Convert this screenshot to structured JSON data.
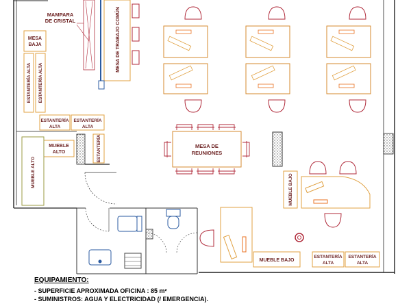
{
  "labels": {
    "mampara": [
      "MAMPARA",
      "DE CRISTAL"
    ],
    "mesa_trabajo": "MESA DE TRABAJO COMÚN",
    "mesa_baja": [
      "MESA",
      "BAJA"
    ],
    "estanteria_vertical_1": "ESTANTERÍA ALTA",
    "estanteria_vertical_2": "ESTANTERÍA ALTA",
    "estanteria_horizontal_1": [
      "ESTANTERÍA",
      "ALTA"
    ],
    "estanteria_horizontal_2": [
      "ESTANTERÍA",
      "ALTA"
    ],
    "estanteria_small": "ESTANTERÍA",
    "mueble_alto_1": [
      "MUEBLE",
      "ALTO"
    ],
    "mueble_alto_2": "MUEBLE ALTO",
    "mesa_reuniones": [
      "MESA DE",
      "REUNIONES"
    ],
    "mueble_bajo_vertical": "MUEBLE BAJO",
    "mueble_bajo_horizontal": "MUEBLE BAJO",
    "estanteria_bottom_1": [
      "ESTANTERÍA",
      "ALTA"
    ],
    "estanteria_bottom_2": [
      "ESTANTERÍA",
      "ALTA"
    ]
  },
  "legend": {
    "title": "EQUIPAMIENTO:",
    "items": [
      "- SUPERFICIE APROXIMADA OFICINA : 85 m²",
      "- SUMINISTROS: AGUA Y ELECTRICIDAD (/ EMERGENCIA)."
    ]
  },
  "colors": {
    "wall": "#222222",
    "furniture": "#e0a040",
    "desk": "#d68a2e",
    "chair": "#b02a3a",
    "label": "#6b1f1f",
    "fixtures": "#2a5aa0",
    "furniture_green": "#9a9a40"
  }
}
